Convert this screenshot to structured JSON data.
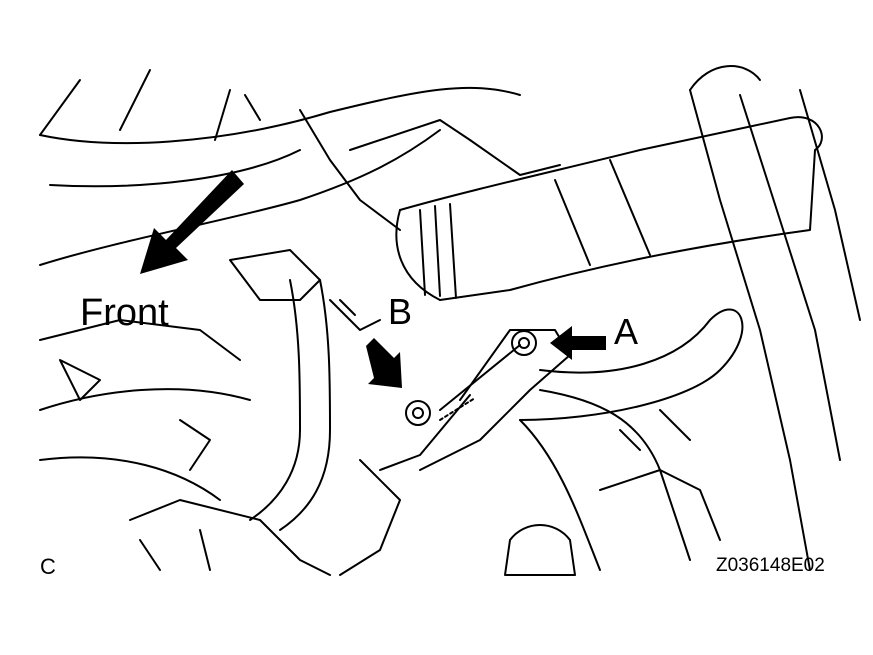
{
  "labels": {
    "front": "Front",
    "bolt_a": "A",
    "bolt_b": "B",
    "corner": "C",
    "figure_code": "Z036148E02"
  },
  "colors": {
    "line": "#000000",
    "background": "#ffffff"
  }
}
